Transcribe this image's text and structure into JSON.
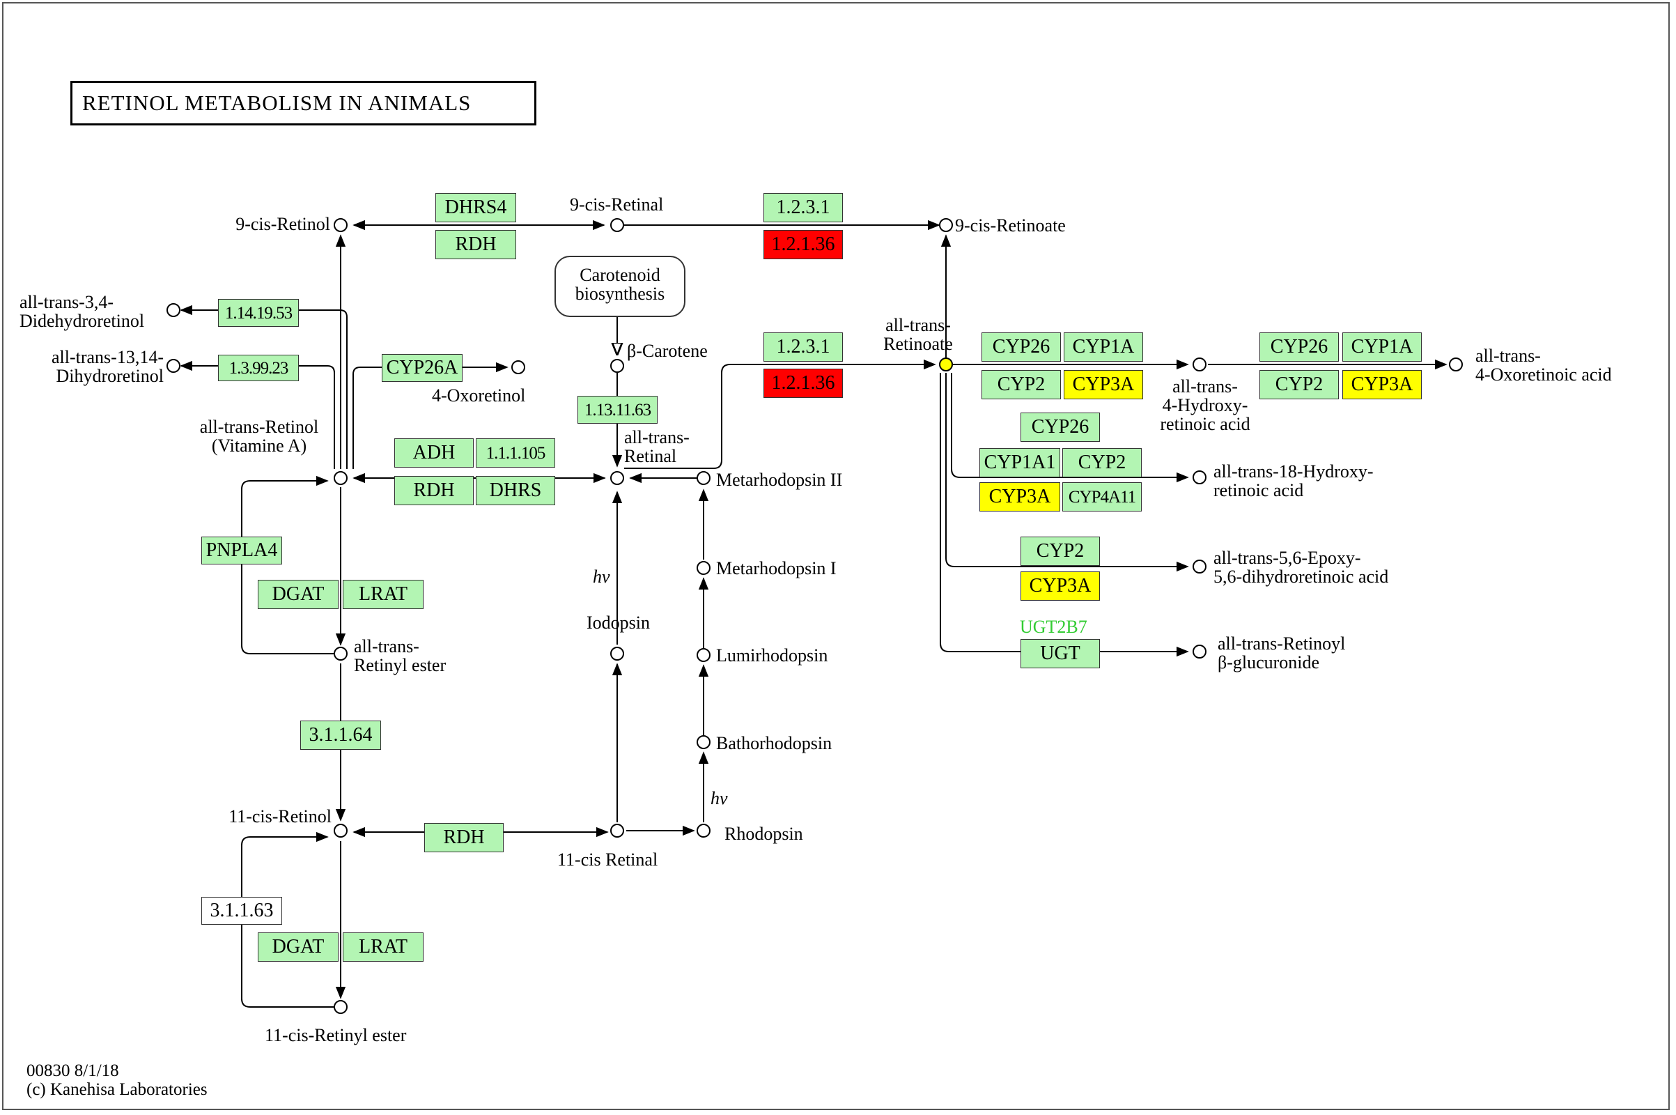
{
  "title": "RETINOL METABOLISM IN ANIMALS",
  "map_label": [
    "Carotenoid",
    "biosynthesis"
  ],
  "colors": {
    "found": "#b3f5b3",
    "up": "#ff0000",
    "partial": "#ffff00",
    "absent": "#ffffff",
    "ugt_label": "#33cc33"
  },
  "enzymes": [
    {
      "id": "dhrs4",
      "label": "DHRS4",
      "status": "found"
    },
    {
      "id": "rdh-top",
      "label": "RDH",
      "status": "found"
    },
    {
      "id": "ec-1231-top",
      "label": "1.2.3.1",
      "status": "found"
    },
    {
      "id": "ec-12136-top",
      "label": "1.2.1.36",
      "status": "up"
    },
    {
      "id": "ec-1141953",
      "label": "1.14.19.53",
      "status": "found"
    },
    {
      "id": "ec-139923",
      "label": "1.3.99.23",
      "status": "found"
    },
    {
      "id": "cyp26a",
      "label": "CYP26A",
      "status": "found"
    },
    {
      "id": "ec-1231-mid",
      "label": "1.2.3.1",
      "status": "found"
    },
    {
      "id": "ec-12136-mid",
      "label": "1.2.1.36",
      "status": "up"
    },
    {
      "id": "ec-1131163",
      "label": "1.13.11.63",
      "status": "found"
    },
    {
      "id": "adh",
      "label": "ADH",
      "status": "found"
    },
    {
      "id": "ec-111105",
      "label": "1.1.1.105",
      "status": "found"
    },
    {
      "id": "rdh-mid",
      "label": "RDH",
      "status": "found"
    },
    {
      "id": "dhrs",
      "label": "DHRS",
      "status": "found"
    },
    {
      "id": "pnpla4",
      "label": "PNPLA4",
      "status": "found"
    },
    {
      "id": "dgat-top",
      "label": "DGAT",
      "status": "found"
    },
    {
      "id": "lrat-top",
      "label": "LRAT",
      "status": "found"
    },
    {
      "id": "ec-31164",
      "label": "3.1.1.64",
      "status": "found"
    },
    {
      "id": "rdh-bottom",
      "label": "RDH",
      "status": "found"
    },
    {
      "id": "ec-31163",
      "label": "3.1.1.63",
      "status": "absent"
    },
    {
      "id": "dgat-bottom",
      "label": "DGAT",
      "status": "found"
    },
    {
      "id": "lrat-bottom",
      "label": "LRAT",
      "status": "found"
    },
    {
      "id": "cyp26-a1",
      "label": "CYP26",
      "status": "found"
    },
    {
      "id": "cyp1a-a1",
      "label": "CYP1A",
      "status": "found"
    },
    {
      "id": "cyp2-a1",
      "label": "CYP2",
      "status": "found"
    },
    {
      "id": "cyp3a-a1",
      "label": "CYP3A",
      "status": "partial"
    },
    {
      "id": "cyp26-a2",
      "label": "CYP26",
      "status": "found"
    },
    {
      "id": "cyp1a-a2",
      "label": "CYP1A",
      "status": "found"
    },
    {
      "id": "cyp2-a2",
      "label": "CYP2",
      "status": "found"
    },
    {
      "id": "cyp3a-a2",
      "label": "CYP3A",
      "status": "partial"
    },
    {
      "id": "cyp26-b",
      "label": "CYP26",
      "status": "found"
    },
    {
      "id": "cyp1a1-b",
      "label": "CYP1A1",
      "status": "found"
    },
    {
      "id": "cyp2-b",
      "label": "CYP2",
      "status": "found"
    },
    {
      "id": "cyp3a-b",
      "label": "CYP3A",
      "status": "partial"
    },
    {
      "id": "cyp4a11-b",
      "label": "CYP4A11",
      "status": "found"
    },
    {
      "id": "cyp2-c",
      "label": "CYP2",
      "status": "found"
    },
    {
      "id": "cyp3a-c",
      "label": "CYP3A",
      "status": "partial"
    },
    {
      "id": "ugt",
      "label": "UGT",
      "status": "found"
    }
  ],
  "ugt_gene_label": "UGT2B7",
  "compounds": {
    "nine_cis_retinol": "9-cis-Retinol",
    "nine_cis_retinal": "9-cis-Retinal",
    "nine_cis_retinoate": "9-cis-Retinoate",
    "didehydroretinol": [
      "all-trans-3,4-",
      "Didehydroretinol"
    ],
    "dihydroretinol": [
      "all-trans-13,14-",
      "Dihydroretinol"
    ],
    "beta_carotene": "β-Carotene",
    "oxoretinol": "4-Oxoretinol",
    "all_trans_retinol": [
      "all-trans-Retinol",
      "(Vitamine A)"
    ],
    "all_trans_retinal": [
      "all-trans-",
      "Retinal"
    ],
    "all_trans_retinoate": [
      "all-trans-",
      "Retinoate"
    ],
    "metarhodopsin_ii": "Metarhodopsin II",
    "metarhodopsin_i": "Metarhodopsin I",
    "lumirhodopsin": "Lumirhodopsin",
    "bathorhodopsin": "Bathorhodopsin",
    "rhodopsin": "Rhodopsin",
    "iodopsin": "Iodopsin",
    "hv": "hν",
    "retinyl_ester": [
      "all-trans-",
      "Retinyl ester"
    ],
    "eleven_cis_retinol": "11-cis-Retinol",
    "eleven_cis_retinal": "11-cis Retinal",
    "eleven_cis_retinyl_ester": "11-cis-Retinyl ester",
    "hydroxy_retinoic": [
      "all-trans-",
      "4-Hydroxy-",
      "retinoic acid"
    ],
    "oxoretinoic": [
      "all-trans-",
      "4-Oxoretinoic acid"
    ],
    "hydroxy18": [
      "all-trans-18-Hydroxy-",
      "retinoic acid"
    ],
    "epoxy": [
      "all-trans-5,6-Epoxy-",
      "5,6-dihydroretinoic acid"
    ],
    "retinoyl_glucuronide": [
      "all-trans-Retinoyl",
      "β-glucuronide"
    ]
  },
  "footer": [
    "00830 8/1/18",
    "(c) Kanehisa Laboratories"
  ]
}
